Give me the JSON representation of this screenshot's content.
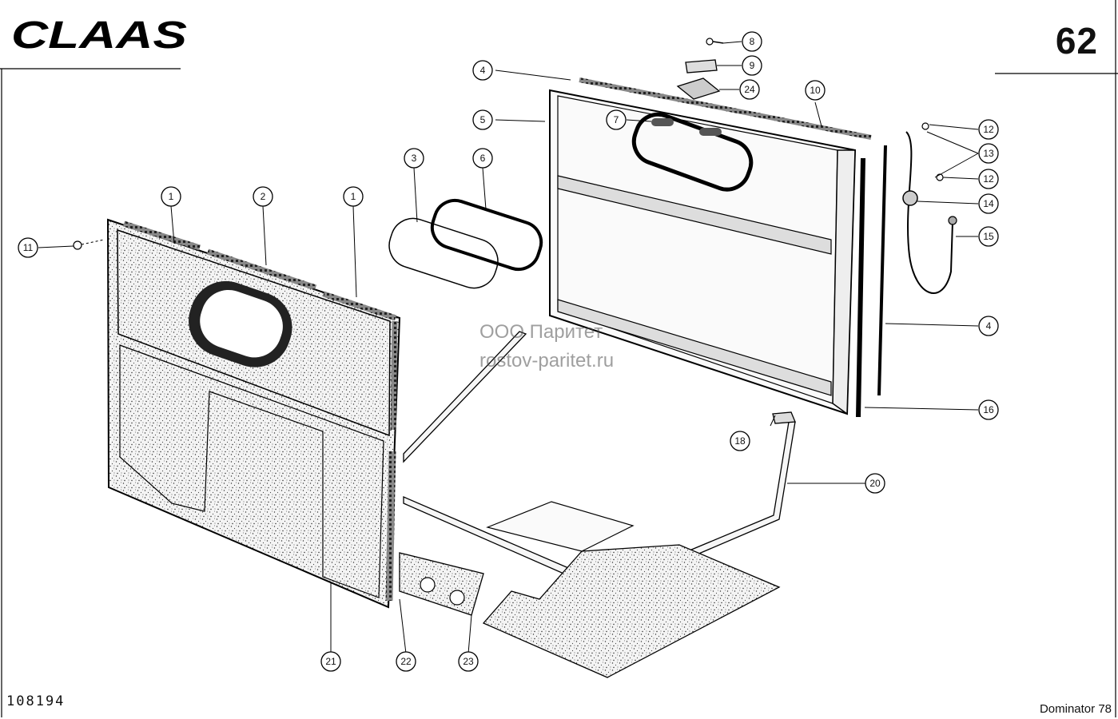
{
  "header": {
    "brand": "CLAAS",
    "page_number": "62"
  },
  "footer": {
    "drawing_number": "108194",
    "model": "Dominator 78"
  },
  "watermark": {
    "line1": "ООО Паритет",
    "line2": "rostov-paritet.ru"
  },
  "callouts": [
    "1",
    "2",
    "1",
    "3",
    "6",
    "4",
    "5",
    "7",
    "8",
    "9",
    "24",
    "10",
    "11",
    "12",
    "13",
    "12",
    "14",
    "15",
    "4",
    "16",
    "18",
    "20",
    "21",
    "22",
    "23"
  ]
}
